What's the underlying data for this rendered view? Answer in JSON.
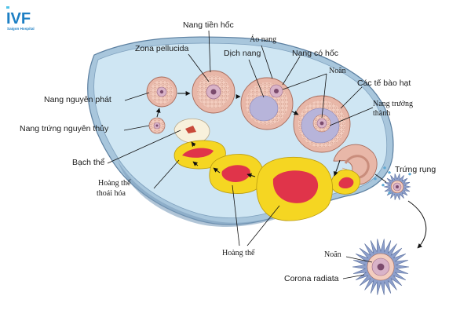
{
  "logo": {
    "text": "IVF",
    "subtitle": "Saigon Hospital"
  },
  "labels": {
    "nang_tien_hoc": "Nang tiền hốc",
    "ao_nang": "Áo nang",
    "zona_pellucida": "Zona pellucida",
    "dich_nang": "Dịch nang",
    "nang_co_hoc": "Nang có hốc",
    "noan_top": "Noãn",
    "cac_te_bao_hat": "Các tế bào hạt",
    "nang_nguyen_phat": "Nang nguyên phát",
    "nang_truong_thanh_1": "Nang trưởng",
    "nang_truong_thanh_2": "thành",
    "nang_trung_nguyen_thuy": "Nang trứng nguyên thủy",
    "bach_the": "Bạch thể",
    "hoang_the_thoai_hoa_1": "Hoàng thể",
    "hoang_the_thoai_hoa_2": "thoái hóa",
    "trung_rung": "Trứng rụng",
    "hoang_the": "Hoàng thể",
    "noan_bottom": "Noãn",
    "corona_radiata": "Corona radiata"
  },
  "colors": {
    "ovary_fill": "#cfe6f3",
    "ovary_outline": "#5b7fa0",
    "follicle_ring": "#e8b7a8",
    "follicle_cells": "#f3cdbf",
    "antrum": "#b7b4da",
    "corpus_luteum_yellow": "#f5d622",
    "corpus_luteum_red": "#e0344a",
    "corpus_albicans": "#f8f1dc",
    "corona_spikes": "#8d9fcb",
    "logo_blue": "#1d7fc4"
  }
}
